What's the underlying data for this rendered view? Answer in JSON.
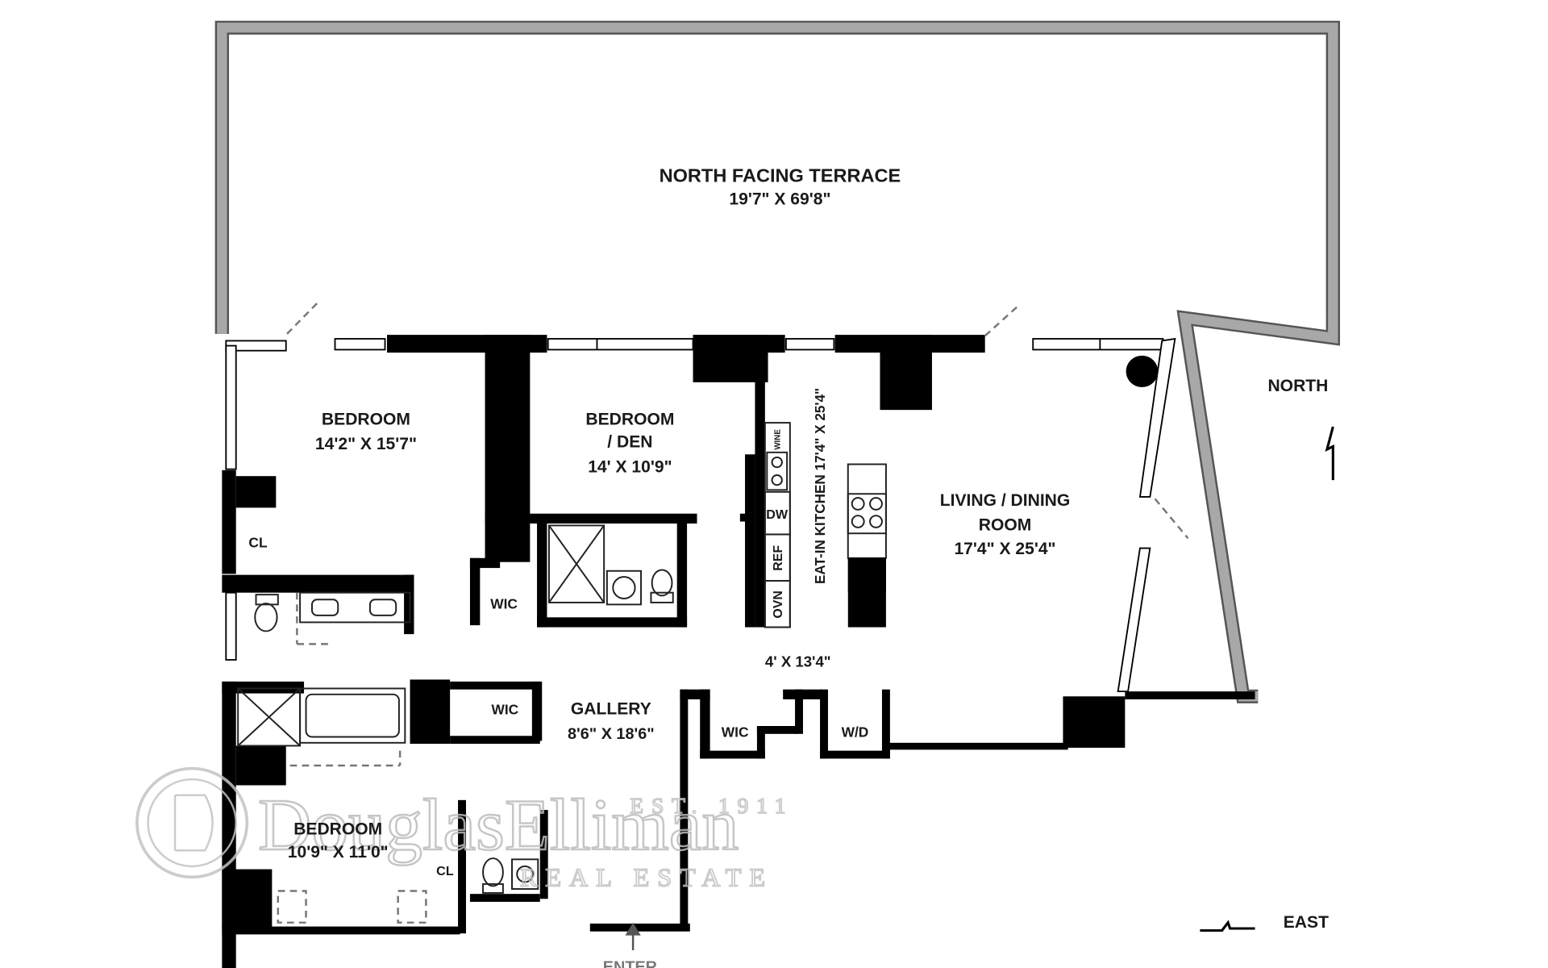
{
  "rooms": {
    "terrace": {
      "name": "NORTH FACING TERRACE",
      "dims": "19'7\" X 69'8\""
    },
    "bedroom1": {
      "name": "BEDROOM",
      "dims": "14'2\" X 15'7\""
    },
    "bedroom_den": {
      "name_line1": "BEDROOM",
      "name_line2": "/ DEN",
      "dims": "14' X 10'9\""
    },
    "kitchen": {
      "label": "EAT-IN KITCHEN 17'4\" X 25'4\""
    },
    "living": {
      "name_line1": "LIVING / DINING",
      "name_line2": "ROOM",
      "dims": "17'4\" X 25'4\""
    },
    "corridor": {
      "dims": "4' X 13'4\""
    },
    "gallery": {
      "name": "GALLERY",
      "dims": "8'6\" X 18'6\""
    },
    "bedroom2": {
      "name": "BEDROOM",
      "dims": "10'9\" X 11'0\""
    }
  },
  "small_labels": {
    "cl_1": "CL",
    "wic_1": "WIC",
    "wic_2": "WIC",
    "wic_3": "WIC",
    "wd": "W/D",
    "cl_2": "CL",
    "dw": "DW",
    "ref": "REF",
    "ovn": "OVN",
    "wine": "WINE"
  },
  "compass": {
    "north": "NORTH",
    "east": "EAST"
  },
  "entry": {
    "label": "ENTER"
  },
  "watermark": {
    "brand": "DouglasElliman",
    "est": "EST. 1911",
    "sub": "REAL ESTATE"
  },
  "colors": {
    "wall": "#000000",
    "terrace_wall": "#8a8a8a",
    "background": "#ffffff"
  }
}
